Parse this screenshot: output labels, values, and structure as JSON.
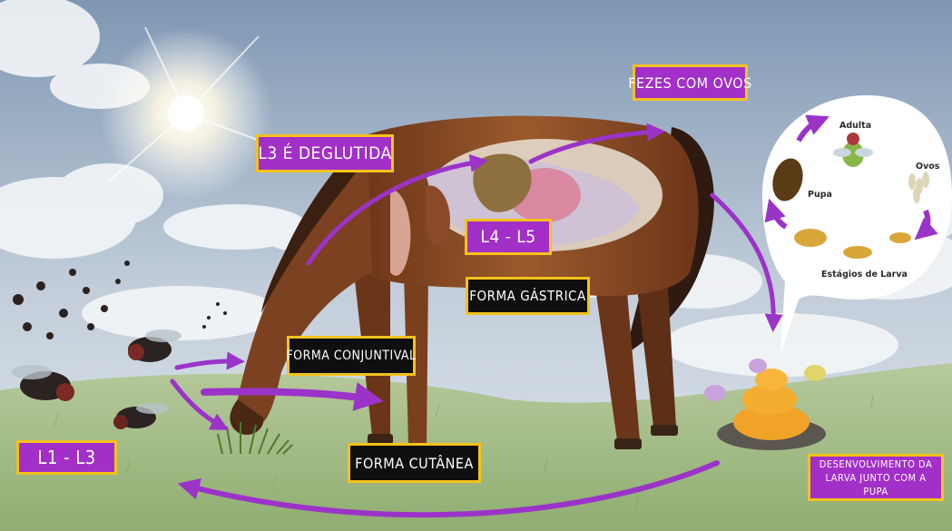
{
  "labels": {
    "l1_l3": "L1 - L3",
    "l3_deglutida": "L3 é deglutida",
    "fezes_com_ovos": "Fezes com ovos",
    "l4_l5": "L4 - L5",
    "forma_gastrica": "Forma gástrica",
    "forma_conjuntival": "Forma conjuntival",
    "forma_cutanea": "Forma cutânea",
    "desenvolvimento": "Desenvolvimento da larva junto com a pupa"
  },
  "life_cycle": {
    "adulta": "Adulta",
    "ovos": "Ovos",
    "pupa": "Pupa",
    "estagios_larva": "Estágios de Larva"
  },
  "colors": {
    "purple": "#a22fc8",
    "label_border": "#f4c21b",
    "black_label": "#0f0f0f",
    "arrow": "#9b33c9",
    "sky": "#b9c6d6",
    "grass": "#a8c08a",
    "horse": "#8a4a22"
  },
  "icons": [
    "sun-icon",
    "fly-icon",
    "horse-illustration",
    "manure-pile",
    "pupa-icon",
    "larva-icon",
    "egg-cluster-icon"
  ]
}
